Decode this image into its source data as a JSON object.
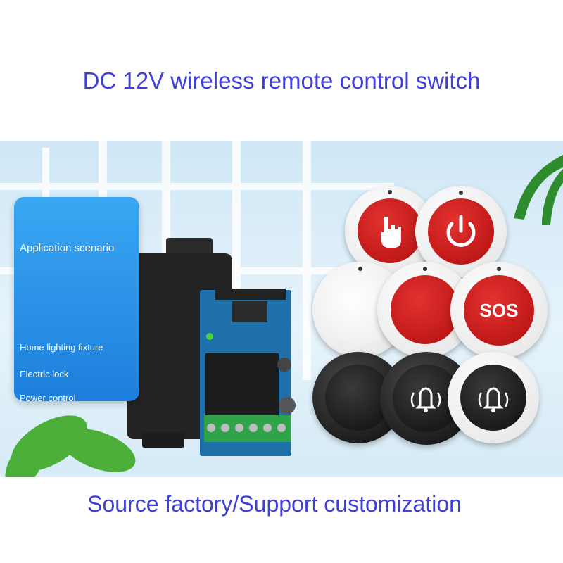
{
  "title": "DC 12V wireless remote control switch",
  "subtitle": "Source factory/Support customization",
  "panel": {
    "heading": "Application scenario",
    "items": [
      "Home lighting fixture",
      "Electric lock",
      "Power control"
    ]
  },
  "remote_label": "SOS",
  "colors": {
    "text_blue": "#3f3fe0",
    "panel_blue": "#1d7fdc",
    "button_red": "#c81b1b"
  }
}
